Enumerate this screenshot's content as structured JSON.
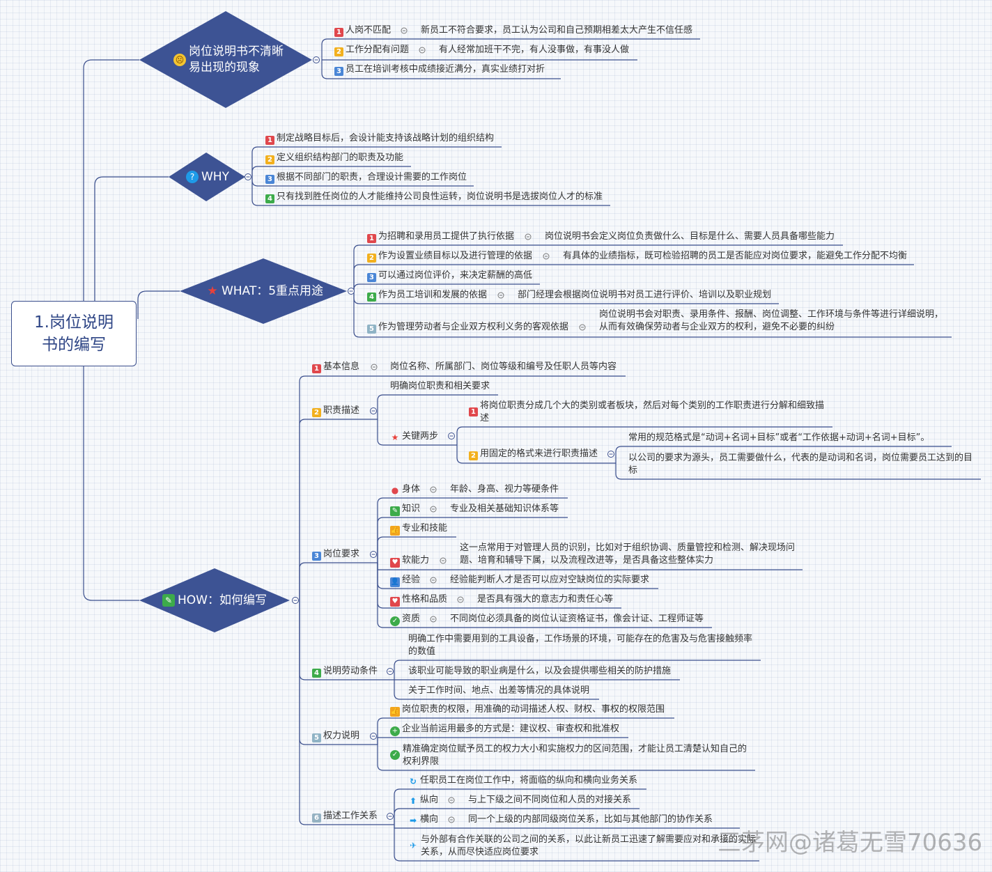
{
  "root": {
    "title": "1.岗位说明书的编写"
  },
  "sections": [
    {
      "title": "岗位说明书不清晰易出现的现象",
      "icon": "warning-face-icon"
    },
    {
      "title": "WHY",
      "icon": "question-icon"
    },
    {
      "title": "WHAT：5重点用途",
      "icon": "star-icon"
    },
    {
      "title": "HOW：如何编写",
      "icon": "edit-icon"
    }
  ],
  "phenomena": [
    {
      "num": "1",
      "label": "人岗不匹配",
      "detail": "新员工不符合要求，员工认为公司和自己预期相差太大产生不信任感"
    },
    {
      "num": "2",
      "label": "工作分配有问题",
      "detail": "有人经常加班干不完，有人没事做，有事没人做"
    },
    {
      "num": "3",
      "label": "员工在培训考核中成绩接近满分，真实业绩打对折"
    }
  ],
  "why": [
    {
      "num": "1",
      "label": "制定战略目标后，会设计能支持该战略计划的组织结构"
    },
    {
      "num": "2",
      "label": "定义组织结构部门的职责及功能"
    },
    {
      "num": "3",
      "label": "根据不同部门的职责，合理设计需要的工作岗位"
    },
    {
      "num": "4",
      "label": "只有找到胜任岗位的人才能维持公司良性运转，岗位说明书是选拔岗位人才的标准"
    }
  ],
  "what": [
    {
      "num": "1",
      "label": "为招聘和录用员工提供了执行依据",
      "detail": "岗位说明书会定义岗位负责做什么、目标是什么、需要人员具备哪些能力"
    },
    {
      "num": "2",
      "label": "作为设置业绩目标以及进行管理的依据",
      "detail": "有具体的业绩指标，既可检验招聘的员工是否能应对岗位要求，能避免工作分配不均衡"
    },
    {
      "num": "3",
      "label": "可以通过岗位评价，来决定薪酬的高低"
    },
    {
      "num": "4",
      "label": "作为员工培训和发展的依据",
      "detail": "部门经理会根据岗位说明书对员工进行评价、培训以及职业规划"
    },
    {
      "num": "5",
      "label": "作为管理劳动者与企业双方权利义务的客观依据",
      "detail": "岗位说明书会对职责、录用条件、报酬、岗位调整、工作环境与条件等进行详细说明，从而有效确保劳动者与企业双方的权利，避免不必要的纠纷"
    }
  ],
  "how": {
    "basic": {
      "num": "1",
      "label": "基本信息",
      "detail": "岗位名称、所属部门、岗位等级和编号及任职人员等内容"
    },
    "duty": {
      "num": "2",
      "label": "职责描述",
      "intro": "明确岗位职责和相关要求",
      "key": "关键两步",
      "step1": {
        "num": "1",
        "label": "将岗位职责分成几个大的类别或者板块，然后对每个类别的工作职责进行分解和细致描述"
      },
      "step2": {
        "num": "2",
        "label": "用固定的格式来进行职责描述",
        "d1": "常用的规范格式是“动词+名词+目标”或者“工作依据+动词+名词+目标”。",
        "d2": "以公司的要求为源头，员工需要做什么，代表的是动词和名词，岗位需要员工达到的目标"
      }
    },
    "req": {
      "num": "3",
      "label": "岗位要求",
      "items": [
        {
          "label": "身体",
          "detail": "年龄、身高、视力等硬条件",
          "icon": "person-icon"
        },
        {
          "label": "知识",
          "detail": "专业及相关基础知识体系等",
          "icon": "pencil-icon"
        },
        {
          "label": "专业和技能",
          "icon": "thumbs-up-icon"
        },
        {
          "label": "软能力",
          "detail": "这一点常用于对管理人员的识别，比如对于组织协调、质量管控和检测、解决现场问题、培育和辅导下属，以及流程改进等，是否具备这些整体实力",
          "icon": "heart-icon"
        },
        {
          "label": "经验",
          "detail": "经验能判断人才是否可以应对空缺岗位的实际要求",
          "icon": "people-icon"
        },
        {
          "label": "性格和品质",
          "detail": "是否具有强大的意志力和责任心等",
          "icon": "heart-icon"
        },
        {
          "label": "资质",
          "detail": "不同岗位必须具备的岗位认证资格证书，像会计证、工程师证等",
          "icon": "check-icon"
        }
      ]
    },
    "labor": {
      "num": "4",
      "label": "说明劳动条件",
      "items": [
        "明确工作中需要用到的工具设备，工作场景的环境，可能存在的危害及与危害接触频率的数值",
        "该职业可能导致的职业病是什么，以及会提供哪些相关的防护措施",
        "关于工作时间、地点、出差等情况的具体说明"
      ]
    },
    "power": {
      "num": "5",
      "label": "权力说明",
      "items": [
        {
          "label": "岗位职责的权限，用准确的动词描述人权、财权、事权的权限范围",
          "icon": "thumbs-up-icon"
        },
        {
          "label": "企业当前运用最多的方式是：建议权、审查权和批准权",
          "icon": "plus-icon"
        },
        {
          "label": "精准确定岗位赋予员工的权力大小和实施权力的区间范围，才能让员工清楚认知自己的权利界限",
          "icon": "check-icon"
        }
      ]
    },
    "relation": {
      "num": "6",
      "label": "描述工作关系",
      "items": [
        {
          "label": "任职员工在岗位工作中，将面临的纵向和横向业务关系",
          "icon": "refresh-icon"
        },
        {
          "label": "纵向",
          "detail": "与上下级之间不同岗位和人员的对接关系",
          "icon": "arrow-up-icon"
        },
        {
          "label": "横向",
          "detail": "同一个上级的内部同级岗位关系，比如与其他部门的协作关系",
          "icon": "arrow-right-icon"
        },
        {
          "label": "与外部有合作关联的公司之间的关系，以此让新员工迅速了解需要应对和承接的实际关系，从而尽快适应岗位要求",
          "icon": "plane-icon"
        }
      ]
    }
  },
  "watermark": "三茅网@诸葛无雪70636",
  "colors": {
    "node": "#3d5394",
    "line": "#3a4e8c",
    "rootText": "#2e4585"
  }
}
